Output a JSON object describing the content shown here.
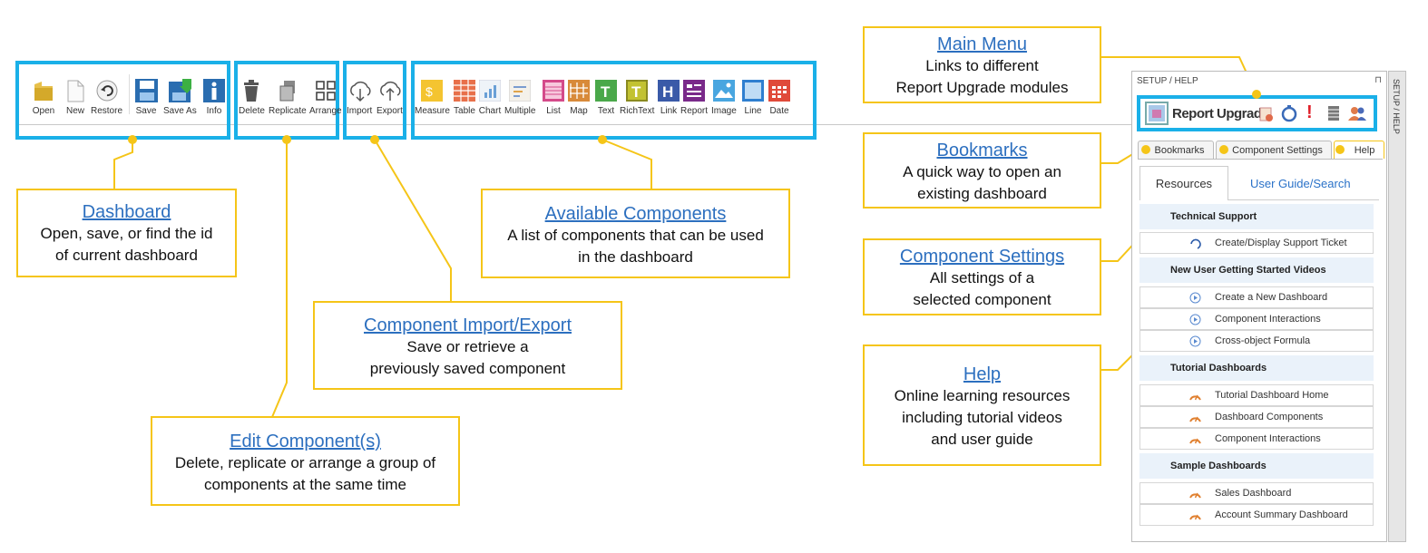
{
  "toolbar": {
    "dashboard_buttons": [
      "Open",
      "New",
      "Restore",
      "Save",
      "Save As",
      "Info"
    ],
    "edit_buttons": [
      "Delete",
      "Replicate",
      "Arrange"
    ],
    "io_buttons": [
      "Import",
      "Export"
    ],
    "component_buttons": [
      "Measure",
      "Table",
      "Chart",
      "Multiple",
      "List",
      "Map",
      "Text",
      "RichText",
      "Link",
      "Report",
      "Image",
      "Line",
      "Date"
    ]
  },
  "callouts": {
    "dashboard": {
      "title": "Dashboard",
      "line1": "Open, save, or find the id",
      "line2": "of current dashboard"
    },
    "available": {
      "title": "Available Components",
      "line1": "A list of components that can be used",
      "line2": "in the dashboard"
    },
    "import_export": {
      "title": "Component Import/Export",
      "line1": "Save or retrieve a",
      "line2": "previously saved component"
    },
    "edit": {
      "title": "Edit Component(s)",
      "line1": "Delete, replicate or arrange a group of",
      "line2": "components at the same time"
    },
    "main_menu": {
      "title": "Main Menu",
      "line1": "Links to different",
      "line2": "Report Upgrade modules"
    },
    "bookmarks": {
      "title": "Bookmarks",
      "line1": "A quick way to open an",
      "line2": "existing dashboard"
    },
    "settings": {
      "title": "Component Settings",
      "line1": "All settings of a",
      "line2": "selected component"
    },
    "help": {
      "title": "Help",
      "line1": "Online learning resources",
      "line2": "including tutorial videos",
      "line3": "and user guide"
    }
  },
  "panel": {
    "header": "SETUP / HELP",
    "side_label": "SETUP / HELP",
    "logo_text": "Report Upgrade",
    "tabs": [
      "Bookmarks",
      "Component Settings",
      "Help"
    ],
    "subtabs": [
      "Resources",
      "User Guide/Search"
    ],
    "sections": [
      {
        "title": "Technical Support",
        "items": [
          "Create/Display Support Ticket"
        ]
      },
      {
        "title": "New User Getting Started Videos",
        "items": [
          "Create a New Dashboard",
          "Component Interactions",
          "Cross-object Formula"
        ]
      },
      {
        "title": "Tutorial Dashboards",
        "items": [
          "Tutorial Dashboard Home",
          "Dashboard Components",
          "Component Interactions"
        ]
      },
      {
        "title": "Sample Dashboards",
        "items": [
          "Sales Dashboard",
          "Account Summary Dashboard"
        ]
      }
    ]
  },
  "colors": {
    "highlight_border": "#1ab0e8",
    "callout_border": "#f5c518",
    "link_blue": "#2c6fbf"
  }
}
